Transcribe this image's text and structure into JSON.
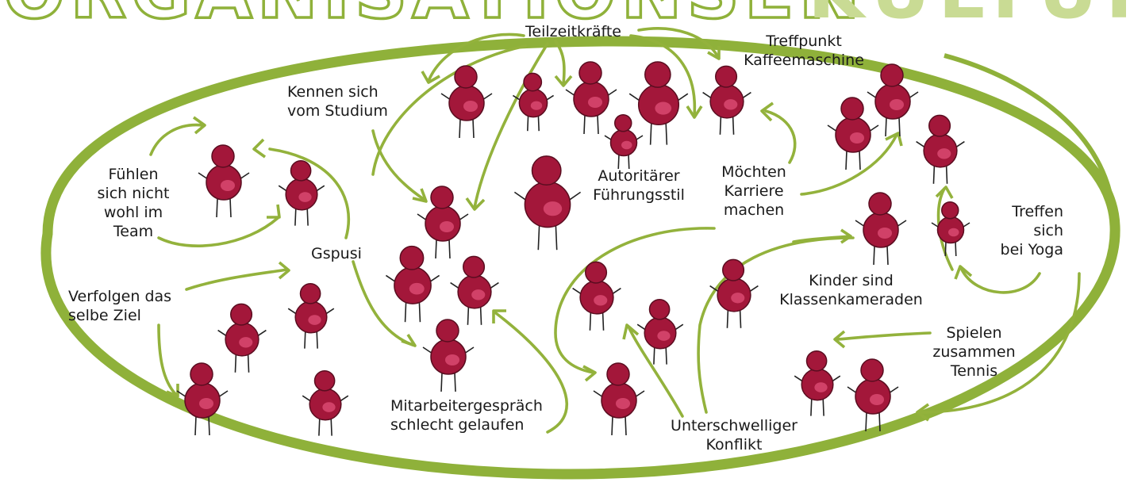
{
  "headline": {
    "thin_part": "ORGANISATIONSEN",
    "bold_part": "KULTUR"
  },
  "colors": {
    "ellipse": "#8fb13a",
    "figure": "#a3173a",
    "figure_highlight": "#e05078",
    "text": "#1a1a1a"
  },
  "labels": {
    "teilzeitkraefte": "Teilzeitkräfte",
    "treffpunkt_1": "Treffpunkt",
    "treffpunkt_2": "Kaffeemaschine",
    "kennen_1": "Kennen sich",
    "kennen_2": "vom Studium",
    "fuehlen_1": "Fühlen",
    "fuehlen_2": "sich nicht",
    "fuehlen_3": "wohl im",
    "fuehlen_4": "Team",
    "autoritaer_1": "Autoritärer",
    "autoritaer_2": "Führungsstil",
    "moechten_1": "Möchten",
    "moechten_2": "Karriere",
    "moechten_3": "machen",
    "treffen_1": "Treffen",
    "treffen_2": "sich",
    "treffen_3": "bei Yoga",
    "gspusi": "Gspusi",
    "verfolgen_1": "Verfolgen das",
    "verfolgen_2": "selbe Ziel",
    "kinder_1": "Kinder sind",
    "kinder_2": "Klassenkameraden",
    "spielen_1": "Spielen",
    "spielen_2": "zusammen",
    "spielen_3": "Tennis",
    "mitarbeiter_1": "Mitarbeitergespräch",
    "mitarbeiter_2": "schlecht gelaufen",
    "unterschwellig_1": "Unterschwelliger",
    "unterschwellig_2": "Konflikt"
  }
}
